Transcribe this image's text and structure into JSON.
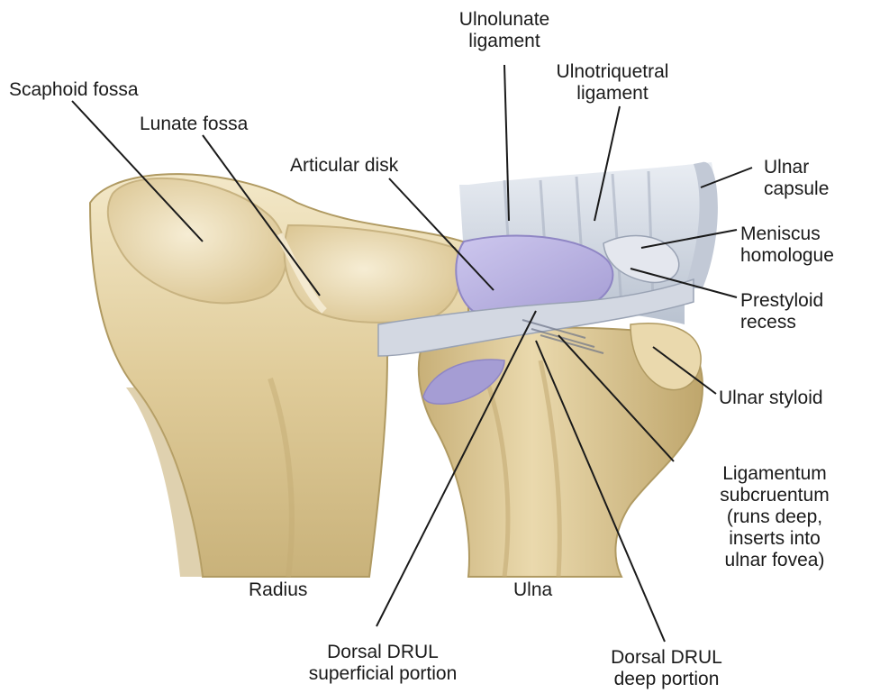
{
  "labels": {
    "scaphoid_fossa": "Scaphoid fossa",
    "lunate_fossa": "Lunate fossa",
    "articular_disk": "Articular disk",
    "ulnolunate": [
      "Ulnolunate",
      "ligament"
    ],
    "ulnotriquetral": [
      "Ulnotriquetral",
      "ligament"
    ],
    "ulnar_capsule": [
      "Ulnar",
      "capsule"
    ],
    "meniscus": [
      "Meniscus",
      "homologue"
    ],
    "prestyloid": [
      "Prestyloid",
      "recess"
    ],
    "ulnar_styloid": "Ulnar styloid",
    "ligamentum": [
      "Ligamentum",
      "subcruentum",
      "(runs deep,",
      "inserts into",
      "ulnar fovea)"
    ],
    "radius": "Radius",
    "ulna": "Ulna",
    "drul_superficial": [
      "Dorsal DRUL",
      "superficial portion"
    ],
    "drul_deep": [
      "Dorsal DRUL",
      "deep portion"
    ]
  },
  "colors": {
    "bone": "#e3d2a4",
    "bone_light": "#f1e6c6",
    "bone_shadow": "#b59d63",
    "disk": "#b9b2e0",
    "ligament": "#cfd6e2",
    "leader": "#1a1a1a"
  }
}
